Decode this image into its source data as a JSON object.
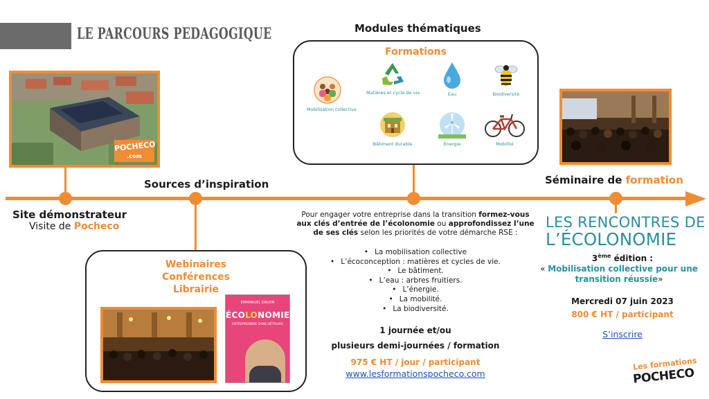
{
  "page": {
    "title": "LE PARCOURS PEDAGOGIQUE"
  },
  "colors": {
    "accent": "#f08c33",
    "teal": "#2a8f9c",
    "link": "#1f4fb5"
  },
  "site": {
    "title": "Site démonstrateur",
    "visit_prefix": "Visite de ",
    "visit_name": "Pocheco",
    "logo_text": "POCHECO",
    "logo_sub": ".com"
  },
  "sources": {
    "title": "Sources d’inspiration",
    "lines": [
      "Webinaires",
      "Conférences",
      "Librairie"
    ],
    "book": {
      "author": "EMMANUEL DRUON",
      "title_a": "ÉCO",
      "title_b": "LO",
      "title_c": "NOMIE",
      "subtitle": "ENTREPRENDRE SANS DÉTRUIRE"
    }
  },
  "modules": {
    "heading": "Modules thématiques",
    "box_title": "Formations",
    "items": [
      {
        "label": "Mobilisation collective",
        "icon": "people-circle-icon"
      },
      {
        "label": "Matières et cycle de vie",
        "icon": "recycle-icon"
      },
      {
        "label": "Eau",
        "icon": "water-drop-icon"
      },
      {
        "label": "Biodiversité",
        "icon": "bee-icon"
      },
      {
        "label": "Bâtiment durable",
        "icon": "green-building-icon"
      },
      {
        "label": "Énergie",
        "icon": "wind-turbine-icon"
      },
      {
        "label": "Mobilité",
        "icon": "bicycle-icon"
      }
    ],
    "intro_1": "Pour engager votre entreprise dans la transition ",
    "intro_bold_1": "formez-vous aux clés d’entrée de l’écolonomie",
    "intro_2": " ou ",
    "intro_bold_2": "approfondissez l’une de ses clés",
    "intro_3": " selon les priorités de votre démarche RSE :",
    "bullets": [
      "La mobilisation collective",
      "L’écoconception : matières et cycles de vie.",
      "Le bâtiment.",
      "L’eau : arbres fruitiers.",
      "L’énergie.",
      "La mobilité.",
      "La biodiversité."
    ],
    "duration_1": "1 journée et/ou",
    "duration_2": "plusieurs demi-journées / formation",
    "price": "975 € HT / jour / participant",
    "url": "www.lesformationspocheco.com"
  },
  "seminar": {
    "title_prefix": "Séminaire de ",
    "title_accent": "formation",
    "brand_1": "LES RENCONTRES DE",
    "brand_2": "L’ÉCOLONOMIE",
    "edition_num": "3",
    "edition_sup": "ème",
    "edition_rest": " édition :",
    "theme_open": "« ",
    "theme": "Mobilisation collective pour une transition réussie",
    "theme_close": "»",
    "date": "Mercredi 07 juin 2023",
    "price": "800 € HT / participant",
    "cta": "S’inscrire"
  },
  "footer_logo": {
    "line_1": "Les formations",
    "line_2": "POCHECO"
  }
}
